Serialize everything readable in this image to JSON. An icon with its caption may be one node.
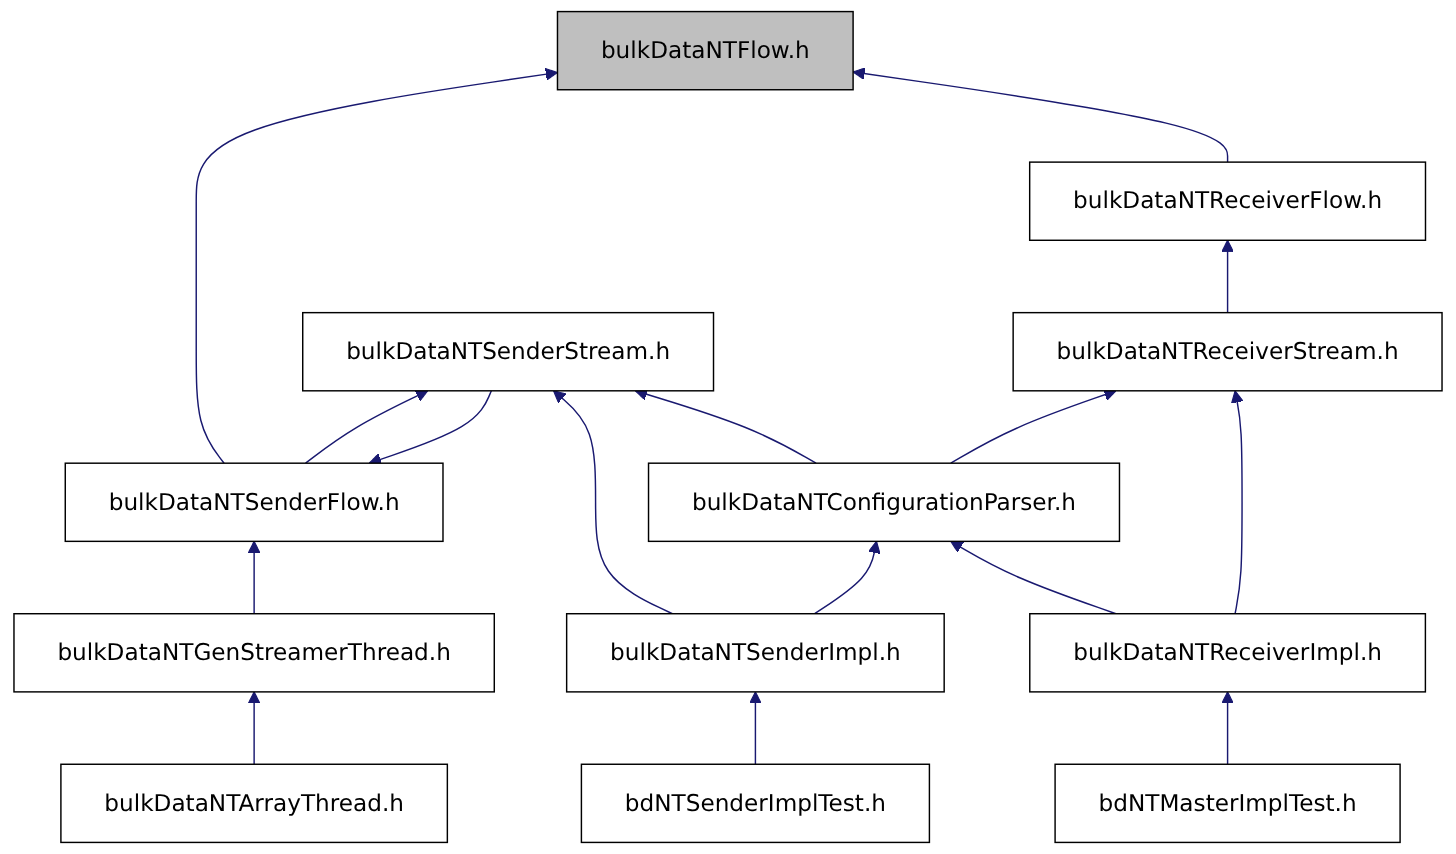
{
  "diagram": {
    "nodes": [
      {
        "text": [
          "bulkDataNTFlow.h"
        ]
      },
      {
        "text": [
          "bulkDataNTSenderFlow.h"
        ]
      },
      {
        "text": [
          "bulkDataNTReceiverFlow.h"
        ]
      },
      {
        "text": [
          "bulkDataNTGenStreamerThread.h"
        ]
      },
      {
        "text": [
          "bulkDataNTSenderStream.h"
        ]
      },
      {
        "text": [
          "bulkDataNTReceiverStream.h"
        ]
      },
      {
        "text": [
          "bulkDataNTArrayThread.h"
        ]
      },
      {
        "text": [
          "bulkDataNTConfigurationParser.h"
        ]
      },
      {
        "text": [
          "bulkDataNTSenderImpl.h"
        ]
      },
      {
        "text": [
          "bulkDataNTReceiverImpl.h"
        ]
      },
      {
        "text": [
          "bdNTSenderImplTest.h"
        ]
      },
      {
        "text": [
          "bdNTMasterImplTest.h"
        ]
      }
    ],
    "edges": [
      {
        "from": 1,
        "to": 0,
        "arrow": "to"
      },
      {
        "from": 2,
        "to": 0,
        "arrow": "to"
      },
      {
        "from": 3,
        "to": 1,
        "arrow": "to"
      },
      {
        "from": 4,
        "to": 1,
        "arrow": "to"
      },
      {
        "from": 1,
        "to": 4,
        "arrow": "to"
      },
      {
        "from": 5,
        "to": 2,
        "arrow": "to"
      },
      {
        "from": 6,
        "to": 3,
        "arrow": "to"
      },
      {
        "from": 7,
        "to": 4,
        "arrow": "to"
      },
      {
        "from": 7,
        "to": 5,
        "arrow": "to"
      },
      {
        "from": 8,
        "to": 4,
        "arrow": "to"
      },
      {
        "from": 8,
        "to": 7,
        "arrow": "to"
      },
      {
        "from": 9,
        "to": 7,
        "arrow": "to"
      },
      {
        "from": 9,
        "to": 5,
        "arrow": "to"
      },
      {
        "from": 10,
        "to": 8,
        "arrow": "to"
      },
      {
        "from": 11,
        "to": 9,
        "arrow": "to"
      }
    ]
  }
}
